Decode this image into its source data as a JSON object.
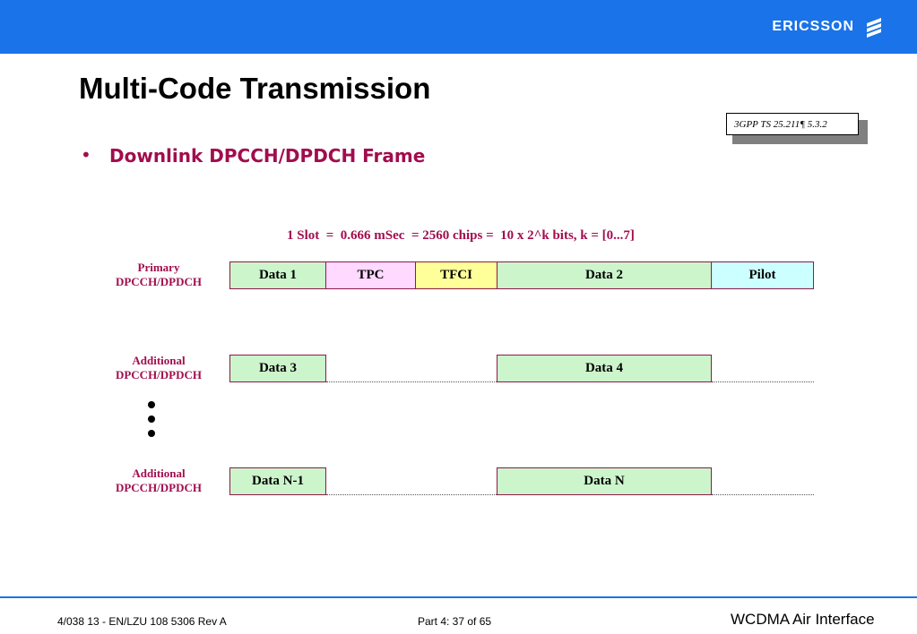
{
  "header": {
    "brand": "ERICSSON",
    "brand_icon": "ericsson-logo-icon",
    "color": "#1a73e8"
  },
  "title": "Multi-Code Transmission",
  "reference": "3GPP TS 25.211¶ 5.3.2",
  "bullet": {
    "symbol": "•",
    "text": "Downlink DPCCH/DPDCH Frame"
  },
  "diagram": {
    "slot_label": "1 Slot  =  0.666 mSec  = 2560 chips =  10 x 2^k bits, k = [0...7]",
    "rows": [
      {
        "label_line1": "Primary",
        "label_line2": "DPCCH/DPDCH",
        "fields": [
          {
            "label": "Data 1",
            "color": "#ccf5cc"
          },
          {
            "label": "TPC",
            "color": "#ffd9ff"
          },
          {
            "label": "TFCI",
            "color": "#ffff99"
          },
          {
            "label": "Data 2",
            "color": "#ccf5cc"
          },
          {
            "label": "Pilot",
            "color": "#ccffff"
          }
        ]
      },
      {
        "label_line1": "Additional",
        "label_line2": "DPCCH/DPDCH",
        "fields": [
          {
            "label": "Data 3",
            "color": "#ccf5cc"
          },
          {
            "label": "Data 4",
            "color": "#ccf5cc"
          }
        ]
      },
      {
        "label_line1": "Additional",
        "label_line2": "DPCCH/DPDCH",
        "fields": [
          {
            "label": "Data N-1",
            "color": "#ccf5cc"
          },
          {
            "label": "Data N",
            "color": "#ccf5cc"
          }
        ]
      }
    ],
    "accent_color": "#a10d4e"
  },
  "footer": {
    "left": "4/038 13 - EN/LZU 108 5306 Rev A",
    "middle": "Part 4:  37 of 65",
    "right": "WCDMA Air Interface"
  }
}
